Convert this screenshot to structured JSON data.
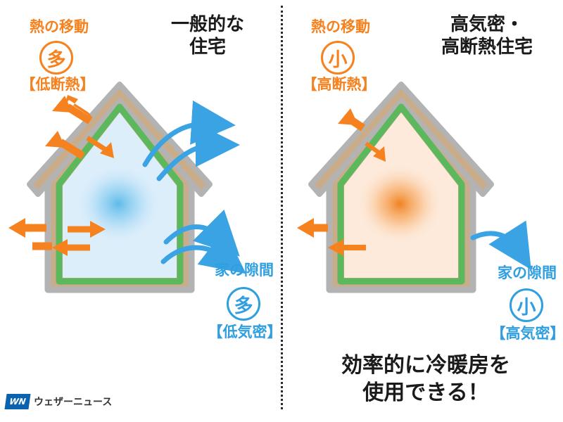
{
  "diagram": {
    "title_left": "一般的な\n住宅",
    "title_right": "高気密・\n高断熱住宅",
    "bottom_message": "効率的に冷暖房を\n使用できる！",
    "colors": {
      "orange": "#f5821f",
      "blue": "#2f9fe0",
      "wall_green": "#5cb85c",
      "roof_tan": "#c9ad8a",
      "outline_gray": "#b3b3b3",
      "interior_cold": "#ddeefb",
      "interior_warm": "#fdeadb",
      "text_dark": "#1a1a1a"
    },
    "left_panel": {
      "heat_label": "熱の移動",
      "heat_amount": "多",
      "insulation_label": "【低断熱】",
      "gap_label": "家の隙間",
      "gap_amount": "多",
      "airtight_label": "【低気密】"
    },
    "right_panel": {
      "heat_label": "熱の移動",
      "heat_amount": "小",
      "insulation_label": "【高断熱】",
      "gap_label": "家の隙間",
      "gap_amount": "小",
      "airtight_label": "【高気密】"
    },
    "footer": {
      "logo_mark": "WN",
      "logo_text": "ウェザーニュース"
    }
  }
}
